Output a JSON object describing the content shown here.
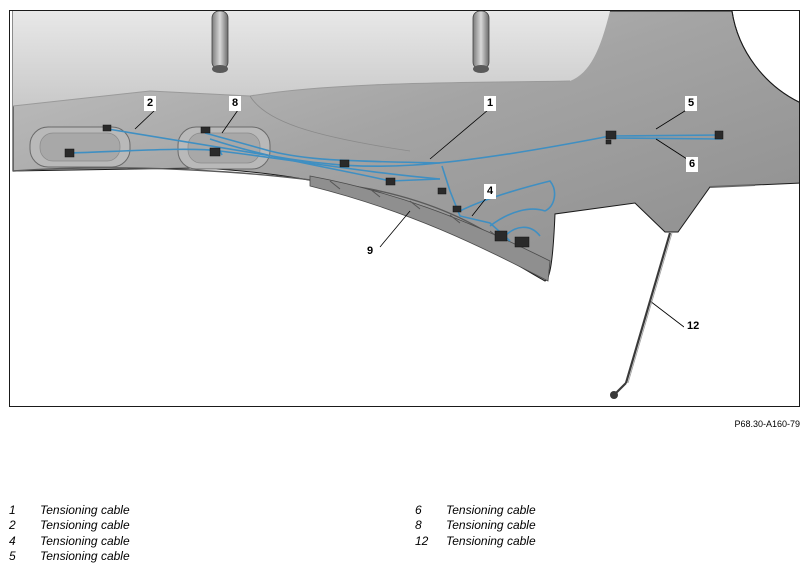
{
  "figure": {
    "callouts": [
      "2",
      "8",
      "1",
      "5",
      "6",
      "4",
      "9",
      "12"
    ],
    "reference": "P68.30-A160-79"
  },
  "legend": {
    "left": [
      {
        "num": "1",
        "text": "Tensioning cable"
      },
      {
        "num": "2",
        "text": "Tensioning cable"
      },
      {
        "num": "4",
        "text": "Tensioning cable"
      },
      {
        "num": "5",
        "text": "Tensioning cable"
      }
    ],
    "right": [
      {
        "num": "6",
        "text": "Tensioning cable"
      },
      {
        "num": "8",
        "text": "Tensioning cable"
      },
      {
        "num": "12",
        "text": "Tensioning cable"
      }
    ]
  },
  "colors": {
    "cable": "#3f8fc2",
    "panel": "#a7a7a7",
    "outline": "#1a1a1a"
  }
}
